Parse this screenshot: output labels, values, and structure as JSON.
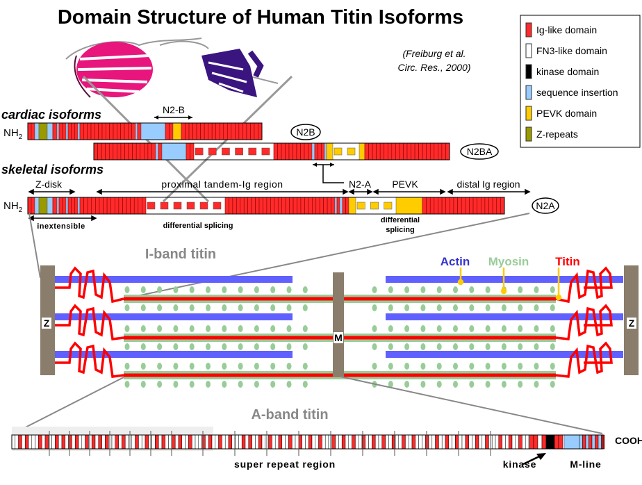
{
  "title": "Domain Structure of Human Titin Isoforms",
  "citation": [
    "(Freiburg et al.",
    "Circ. Res., 2000)"
  ],
  "legend": [
    {
      "label": "Ig-like domain",
      "color": "#ff2a2a"
    },
    {
      "label": "FN3-like domain",
      "color": "#ffffff"
    },
    {
      "label": "kinase domain",
      "color": "#000000"
    },
    {
      "label": "sequence insertion",
      "color": "#99ccff"
    },
    {
      "label": "PEVK domain",
      "color": "#ffcc00"
    },
    {
      "label": "Z-repeats",
      "color": "#999900"
    }
  ],
  "cardiac": {
    "heading": "cardiac isoforms",
    "nh2": "NH",
    "nh2_sub": "2",
    "n2b_region": "N2-B",
    "n2b_tag": "N2B",
    "n2ba_tag": "N2BA"
  },
  "skeletal": {
    "heading": "skeletal isoforms",
    "nh2": "NH",
    "nh2_sub": "2",
    "zdisk": "Z-disk",
    "proximal": "proximal tandem-Ig region",
    "n2a_region": "N2-A",
    "pevk": "PEVK",
    "distal": "distal Ig region",
    "n2a_tag": "N2A",
    "inextensible": "inextensible",
    "splicing1": "differential splicing",
    "splicing2a": "differential",
    "splicing2b": "splicing"
  },
  "sarcomere": {
    "iband_label": "I-band titin",
    "actin": "Actin",
    "myosin": "Myosin",
    "titin": "Titin",
    "z": "Z",
    "m": "M",
    "colors": {
      "actin": "#6060ff",
      "myosin": "#99cc99",
      "titin": "#ff0000",
      "disk": "#8a7d6b"
    }
  },
  "aband": {
    "label": "A-band titin",
    "super_repeat": "super repeat region",
    "kinase": "kinase",
    "mline": "M-line",
    "cooh": "COOH"
  }
}
